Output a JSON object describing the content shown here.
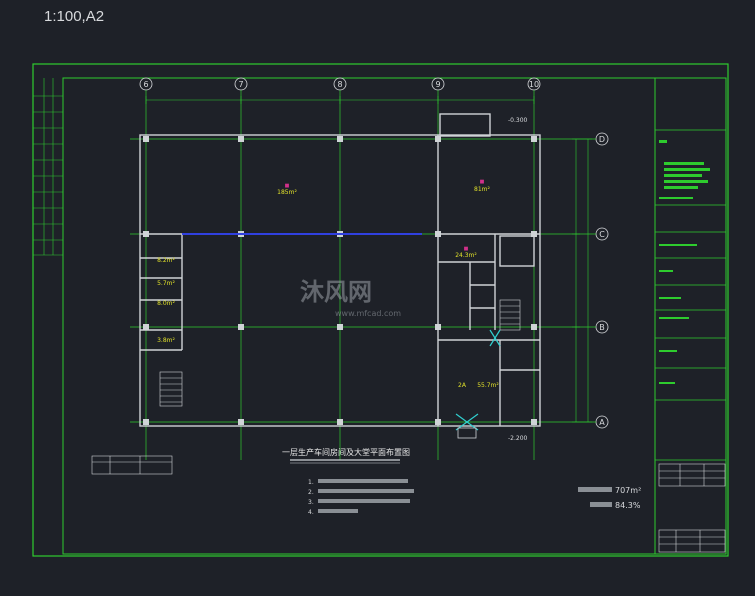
{
  "scale_label": "1:100,A2",
  "axis_cols": [
    "6",
    "7",
    "8",
    "9",
    "10"
  ],
  "axis_rows": [
    "D",
    "C",
    "B",
    "A"
  ],
  "rooms": [
    {
      "area": "185m²"
    },
    {
      "area": "81m²"
    },
    {
      "area": "24.3m²"
    },
    {
      "area": "8.2m²"
    },
    {
      "area": "5.7m²"
    },
    {
      "area": "8.0m²"
    },
    {
      "area": "3.8m²"
    },
    {
      "label": "2A",
      "area": "55.7m²"
    }
  ],
  "elevations": [
    "-0.300",
    "-2.200"
  ],
  "drawing_title": "一层生产车间房间及大堂平面布置图",
  "notes": [
    "1.",
    "2.",
    "3.",
    "4."
  ],
  "stats": {
    "area_value": "707m²",
    "other_value": "84.3%"
  },
  "watermark": {
    "brand": "沐风网",
    "url": "www.mfcad.com"
  },
  "colors": {
    "background": "#1e2128",
    "frame": "#2ecc2e",
    "grid": "#2ecc2e",
    "wall": "#cfd3d6",
    "accent": "#e0e02a",
    "magenta": "#d0308a",
    "blue": "#3040e0",
    "cyan": "#30d0d0"
  }
}
